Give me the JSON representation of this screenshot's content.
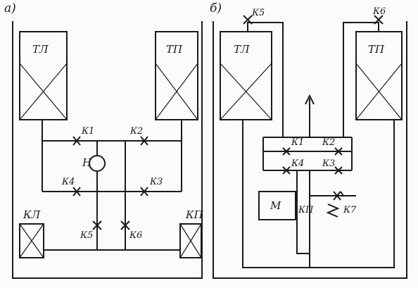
{
  "panels": {
    "a": {
      "letter": "а)",
      "tank_left": "ТЛ",
      "tank_right": "ТП",
      "valves": [
        "К1",
        "К2",
        "К3",
        "К4",
        "К5",
        "К6"
      ],
      "pump": "Н",
      "compartment_left": "КЛ",
      "compartment_right": "КП"
    },
    "b": {
      "letter": "б)",
      "tank_left": "ТЛ",
      "tank_right": "ТП",
      "valves": [
        "К1",
        "К2",
        "К3",
        "К4",
        "К5",
        "К6",
        "К7"
      ],
      "motor": "М",
      "pump": "КП"
    }
  }
}
